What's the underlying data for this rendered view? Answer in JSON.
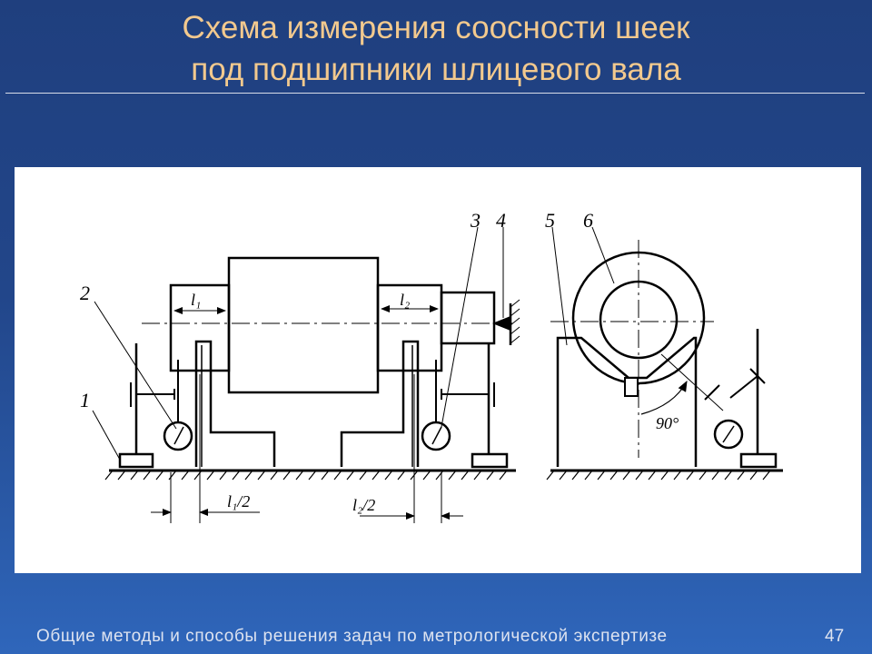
{
  "slide": {
    "title_line1": "Схема измерения соосности шеек",
    "title_line2": "под подшипники шлицевого вала",
    "footer": "Общие методы и способы решения задач по метрологической экспертизе",
    "page_number": "47"
  },
  "diagram": {
    "callouts": [
      "1",
      "2",
      "3",
      "4",
      "5",
      "6"
    ],
    "dimensions": {
      "l1": "l₁",
      "l2": "l₂",
      "l1_half": "l₁/2",
      "l2_half": "l₂/2",
      "angle": "90°"
    }
  }
}
